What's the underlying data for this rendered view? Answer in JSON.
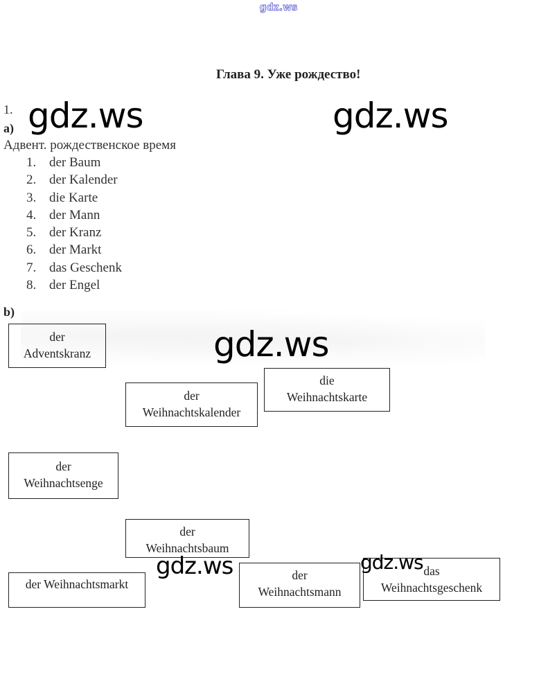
{
  "header": {
    "site_mark": "gdz.ws",
    "chapter_title": "Глава 9. Уже рождество!"
  },
  "exercise": {
    "number": "1.",
    "part_a": {
      "label": "a)",
      "intro": "Адвент. рождественское время",
      "items": [
        {
          "num": "1.",
          "text": "der Baum"
        },
        {
          "num": "2.",
          "text": "der Kalender"
        },
        {
          "num": "3.",
          "text": "die Karte"
        },
        {
          "num": "4.",
          "text": "der Mann"
        },
        {
          "num": "5.",
          "text": "der Kranz"
        },
        {
          "num": "6.",
          "text": "der Markt"
        },
        {
          "num": "7.",
          "text": "das Geschenk"
        },
        {
          "num": "8.",
          "text": "der Engel"
        }
      ]
    },
    "part_b": {
      "label": "b)",
      "boxes": [
        {
          "article": "der",
          "word": "Adventskranz"
        },
        {
          "article": "der",
          "word": "Weihnachtskalender"
        },
        {
          "article": "die",
          "word": "Weihnachtskarte"
        },
        {
          "article": "der",
          "word": "Weihnachtsenge"
        },
        {
          "article": "der",
          "word": "Weihnachtsbaum"
        },
        {
          "article": "",
          "word": "der Weihnachtsmarkt"
        },
        {
          "article": "der",
          "word": "Weihnachtsmann"
        },
        {
          "article": "das",
          "word": "Weihnachtsgeschenk"
        }
      ]
    }
  },
  "watermarks": {
    "text": "gdz.ws"
  }
}
